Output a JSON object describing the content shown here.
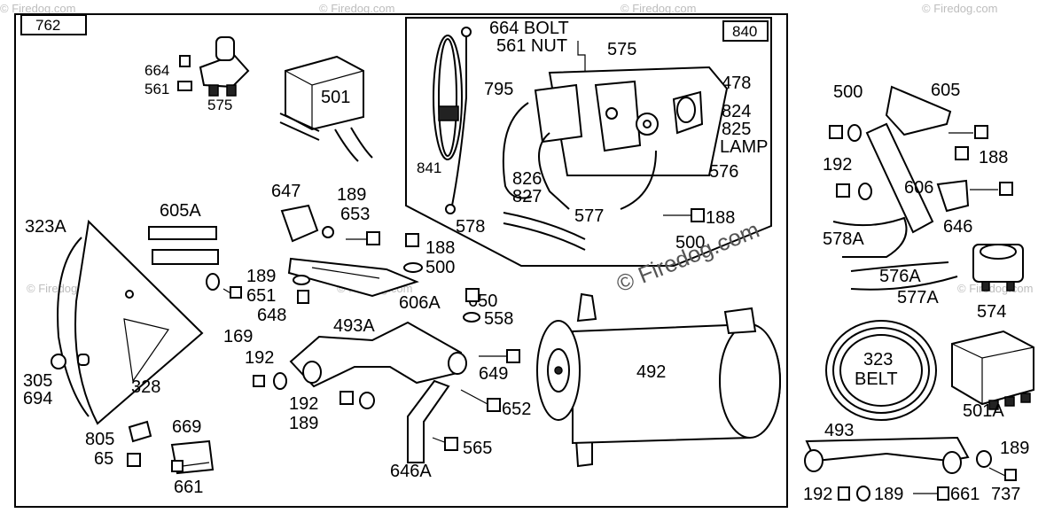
{
  "section_boxes": {
    "main": "762",
    "inset": "840"
  },
  "watermark": "© Firedog.com",
  "callouts": {
    "p664a": "664",
    "p561a": "561",
    "p575a": "575",
    "p501": "501",
    "p664bolt": "664 BOLT",
    "p561nut": "561 NUT",
    "p575b": "575",
    "p795": "795",
    "p478": "478",
    "p824": "824",
    "p825": "825",
    "lamp": "LAMP",
    "p841": "841",
    "p826": "826",
    "p827": "827",
    "p576": "576",
    "p577": "577",
    "p578": "578",
    "p188a": "188",
    "p500a": "500",
    "p323A": "323A",
    "p605A": "605A",
    "p647": "647",
    "p189a": "189",
    "p653": "653",
    "p188b": "188",
    "p500b": "500",
    "p189b": "189",
    "p651": "651",
    "p648": "648",
    "p169": "169",
    "p606A": "606A",
    "p650": "650",
    "p558": "558",
    "p493A": "493A",
    "p192a": "192",
    "p649": "649",
    "p305": "305",
    "p694": "694",
    "p328": "328",
    "p192b": "192",
    "p189c": "189",
    "p652": "652",
    "p669": "669",
    "p805": "805",
    "p65": "65",
    "p661a": "661",
    "p646A": "646A",
    "p565": "565",
    "p492": "492",
    "p500c": "500",
    "p605": "605",
    "p192c": "192",
    "p188c": "188",
    "p606": "606",
    "p578A": "578A",
    "p646": "646",
    "p576A": "576A",
    "p577A": "577A",
    "p574": "574",
    "p323belt1": "323",
    "p323belt2": "BELT",
    "p501A": "501A",
    "p493": "493",
    "p189d": "189",
    "p737": "737",
    "p192d": "192",
    "p189e": "189",
    "p661b": "661"
  }
}
